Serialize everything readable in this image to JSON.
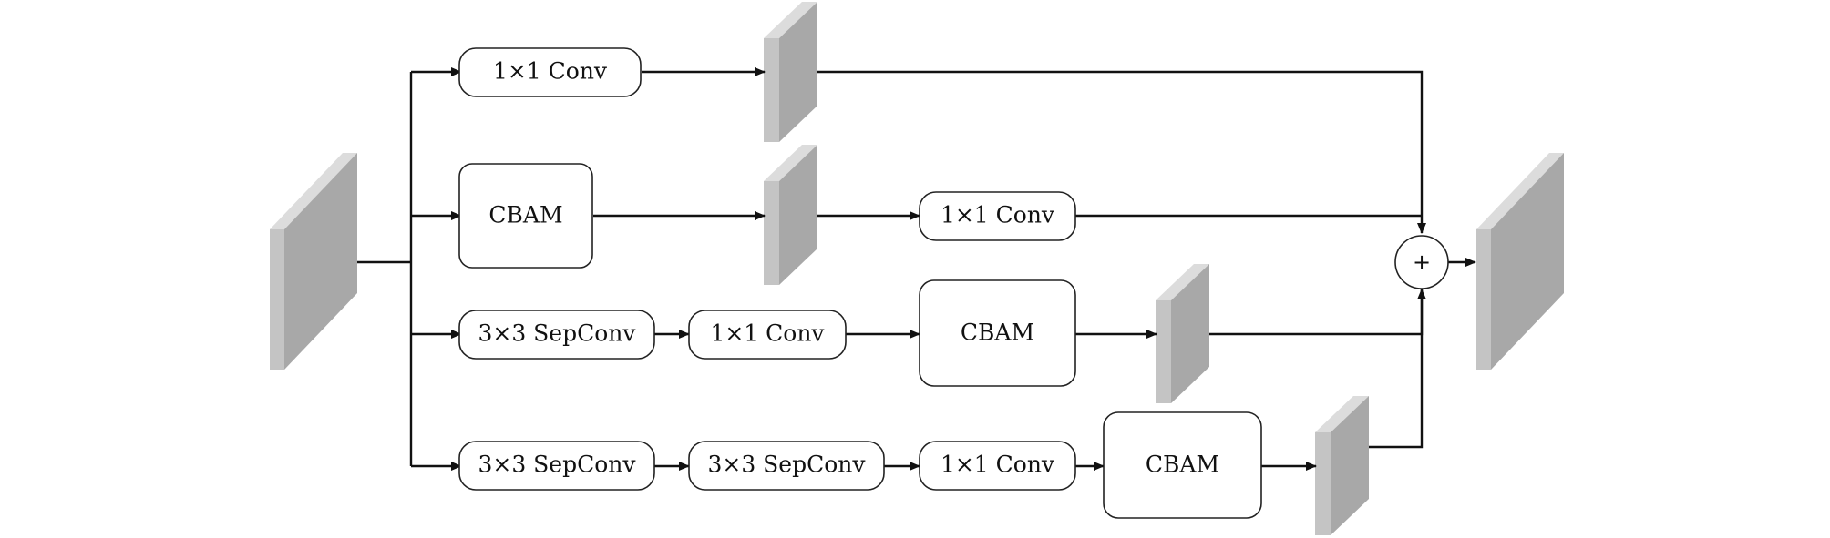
{
  "labels": {
    "conv1x1": "1×1 Conv",
    "cbam": "CBAM",
    "sepconv3x3": "3×3 SepConv",
    "sum": "+"
  },
  "colors": {
    "block_front": "#a8a8a8",
    "block_side": "#c4c4c4",
    "block_top": "#dcdcdc",
    "stroke": "#111111"
  }
}
